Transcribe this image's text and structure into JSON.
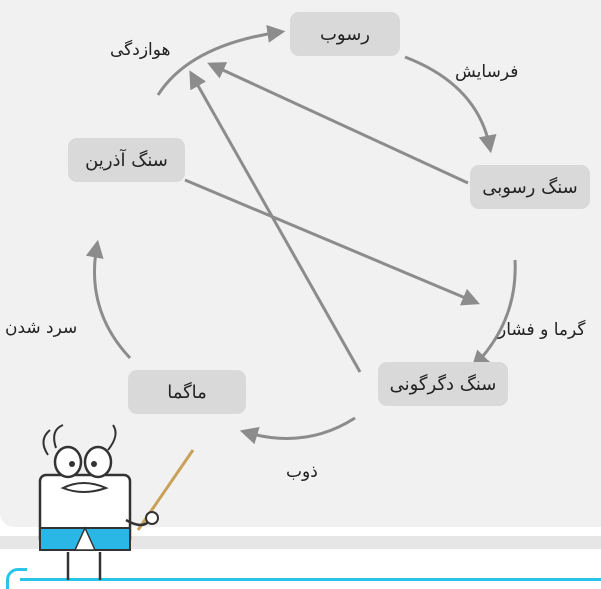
{
  "nodes": {
    "sediment": "رسوب",
    "sedimentary_rock": "سنگ رسوبی",
    "metamorphic_rock": "سنگ دگرگونی",
    "magma": "ماگما",
    "igneous_rock": "سنگ آذرین"
  },
  "processes": {
    "erosion": "فرسایش",
    "heat_pressure": "گرما و فشار",
    "melting": "ذوب",
    "cooling": "سرد شدن",
    "weathering": "هوازدگی"
  },
  "colors": {
    "panel": "#f1f1f1",
    "node": "#d9d9d9",
    "arrow": "#8c8c8c",
    "accent": "#29c4e8"
  }
}
